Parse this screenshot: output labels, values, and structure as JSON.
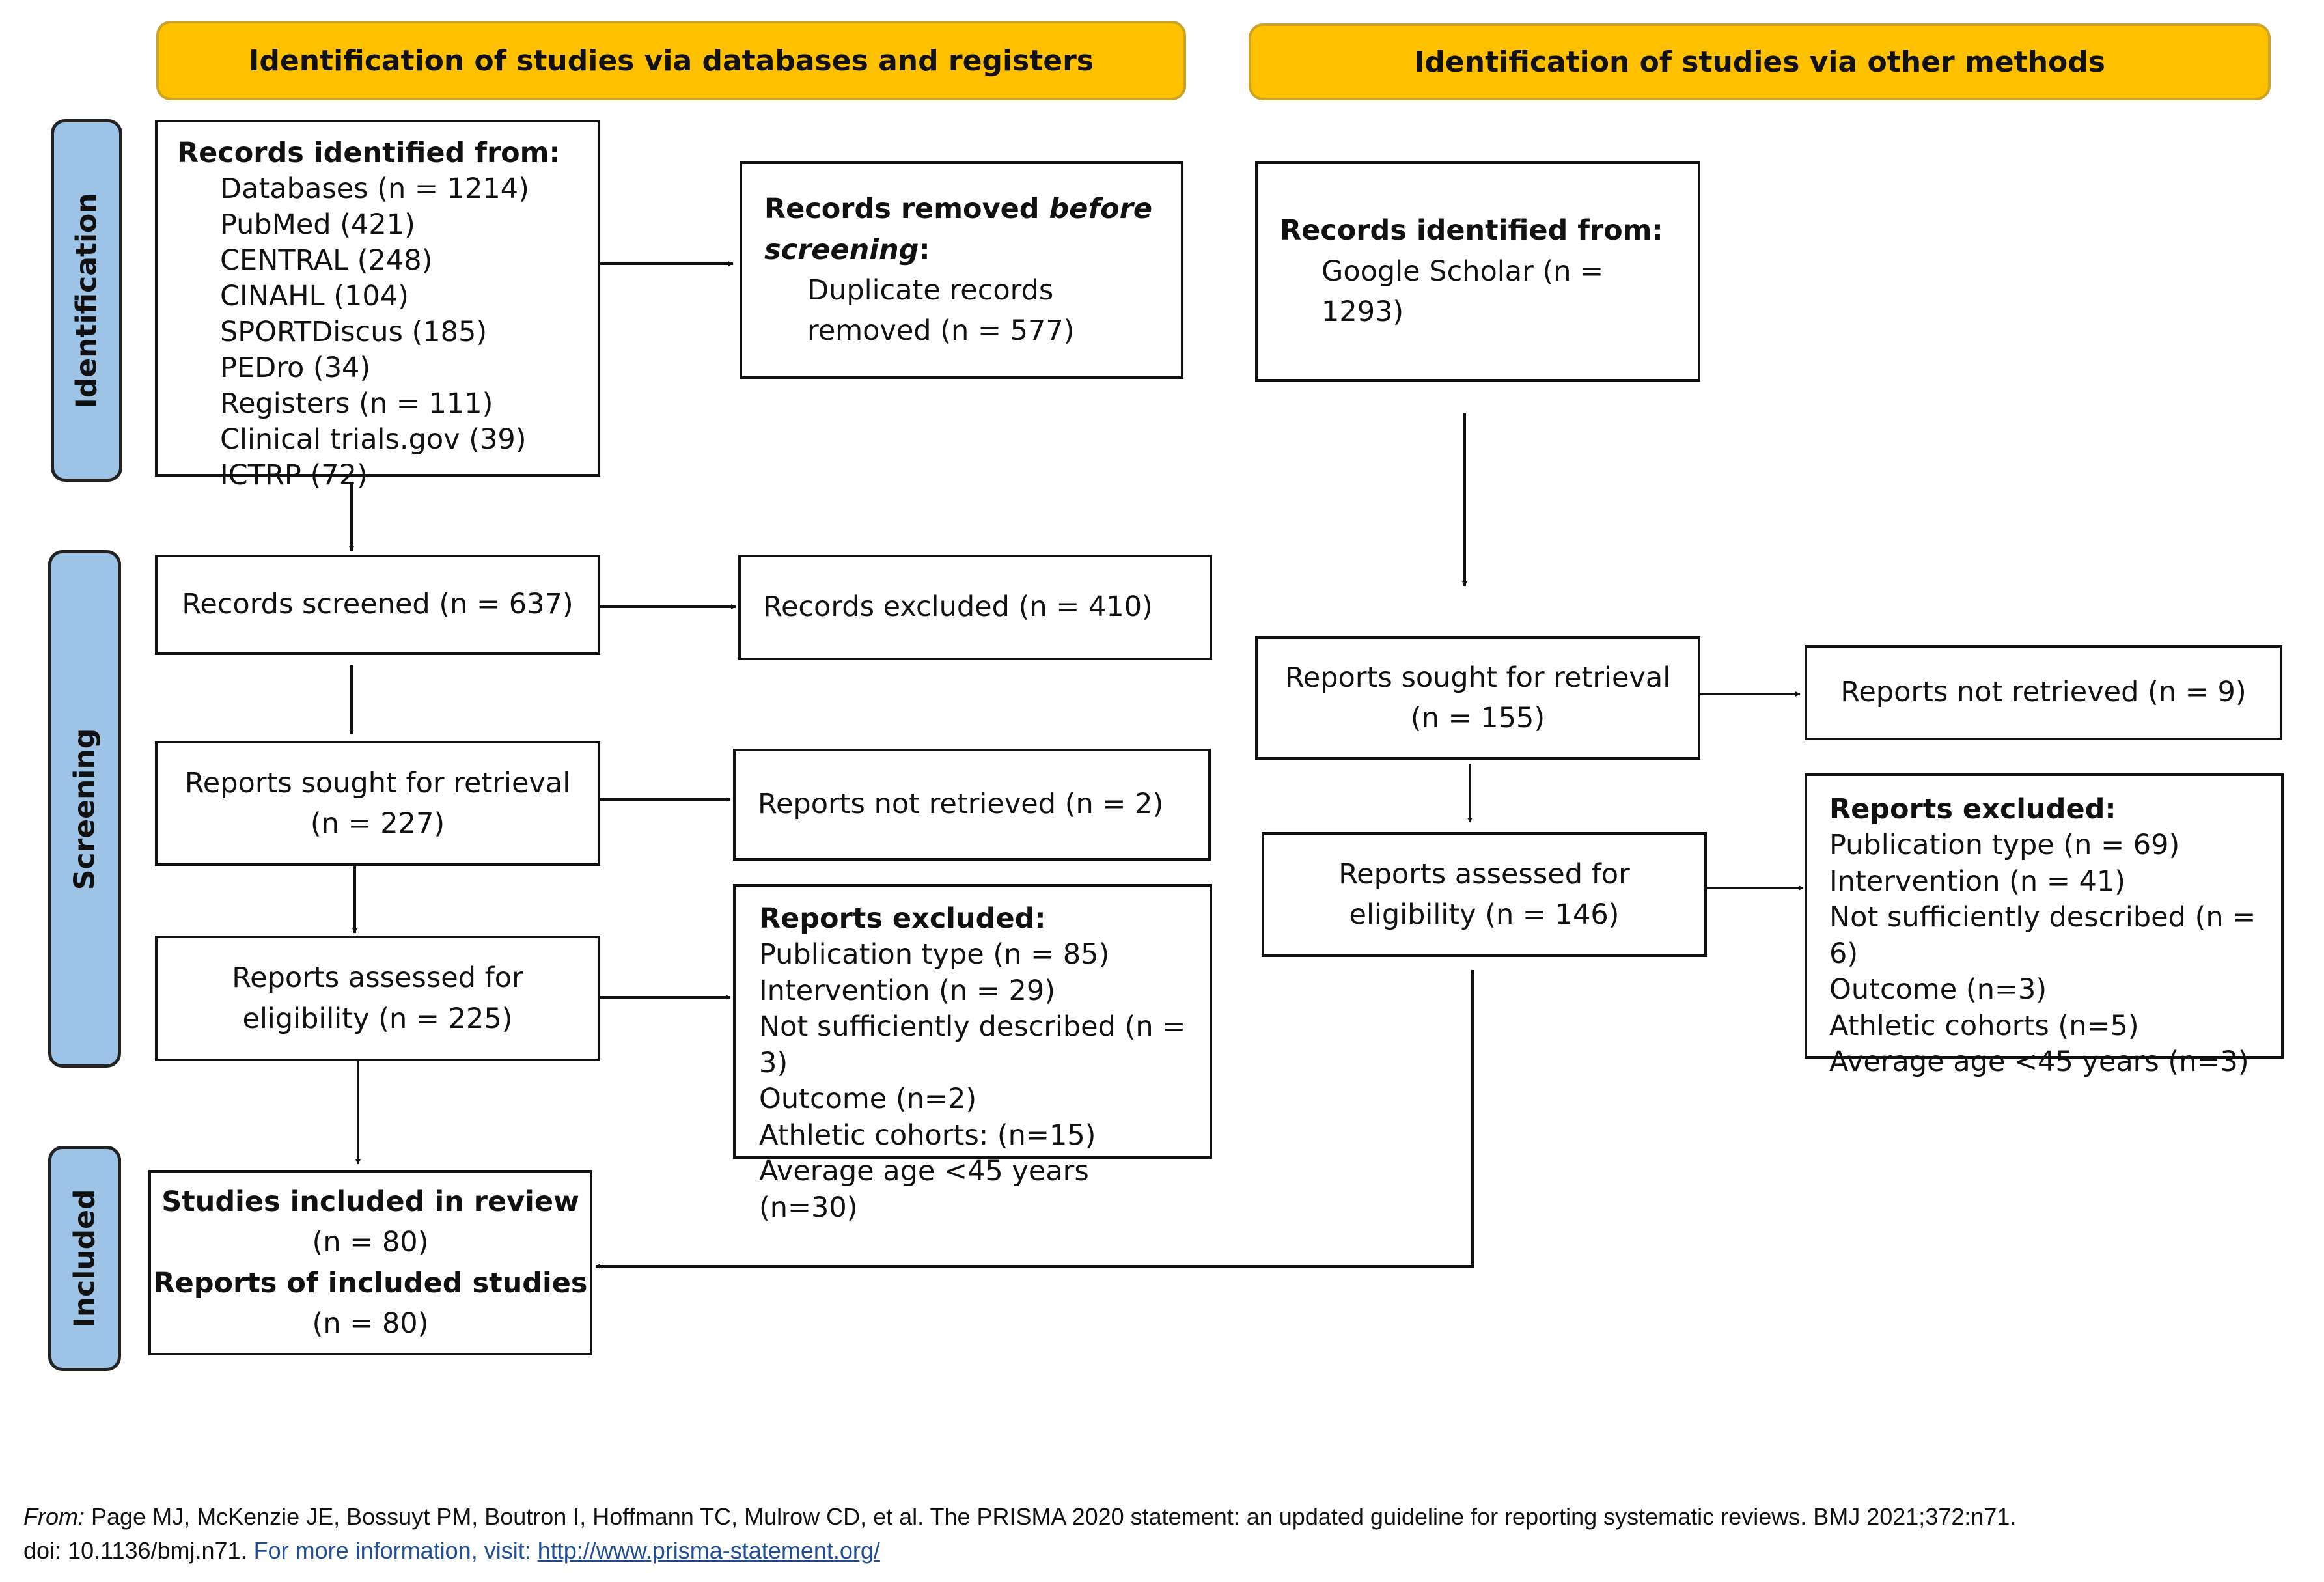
{
  "headers": {
    "left": "Identification of studies via databases and registers",
    "right": "Identification of studies via other methods"
  },
  "phases": {
    "identification": "Identification",
    "screening": "Screening",
    "included": "Included"
  },
  "db": {
    "identified": {
      "title": "Records identified from:",
      "items": [
        "Databases (n = 1214)",
        "PubMed (421)",
        "CENTRAL (248)",
        "CINAHL (104)",
        "SPORTDiscus (185)",
        "PEDro (34)",
        "Registers (n = 111)",
        "Clinical trials.gov (39)",
        "ICTRP (72)"
      ]
    },
    "removed": {
      "title_a": "Records removed ",
      "title_b": "before",
      "title_c": "screening",
      "title_d": ":",
      "line1": "Duplicate records",
      "line2": "removed (n = 577)"
    },
    "screened": "Records screened (n = 637)",
    "excluded": "Records excluded (n = 410)",
    "sought": {
      "line1": "Reports sought for retrieval",
      "line2": "(n = 227)"
    },
    "not_retrieved": "Reports not retrieved (n = 2)",
    "assessed": {
      "line1": "Reports assessed for",
      "line2": "eligibility (n = 225)"
    },
    "reports_excluded": {
      "title": "Reports excluded:",
      "items": [
        "Publication type (n = 85)",
        "Intervention (n = 29)",
        "Not sufficiently described (n = 3)",
        "Outcome (n=2)",
        "Athletic cohorts: (n=15)",
        "Average age <45 years (n=30)"
      ]
    },
    "included": {
      "studies_title": "Studies included in review",
      "studies_n": "(n = 80)",
      "reports_title": "Reports of included studies",
      "reports_n": "(n = 80)"
    }
  },
  "other": {
    "identified": {
      "title": "Records identified from:",
      "item": "Google Scholar (n = 1293)"
    },
    "sought": {
      "line1": "Reports sought for retrieval",
      "line2": "(n = 155)"
    },
    "not_retrieved": "Reports not retrieved (n = 9)",
    "assessed": {
      "line1": "Reports assessed for",
      "line2": "eligibility (n = 146)"
    },
    "reports_excluded": {
      "title": "Reports excluded:",
      "items": [
        "Publication type (n = 69)",
        "Intervention (n = 41)",
        "Not sufficiently described (n = 6)",
        "Outcome (n=3)",
        "Athletic cohorts (n=5)",
        "Average age <45 years (n=3)"
      ]
    }
  },
  "footer": {
    "from_label": "From:",
    "citation": " Page MJ, McKenzie JE, Bossuyt PM, Boutron I, Hoffmann TC, Mulrow CD, et al. The PRISMA 2020 statement: an updated guideline for reporting systematic reviews. BMJ 2021;372:n71.",
    "doi": "doi: 10.1136/bmj.n71. ",
    "more_info": "For more information, visit: ",
    "link": "http://www.prisma-statement.org/"
  }
}
